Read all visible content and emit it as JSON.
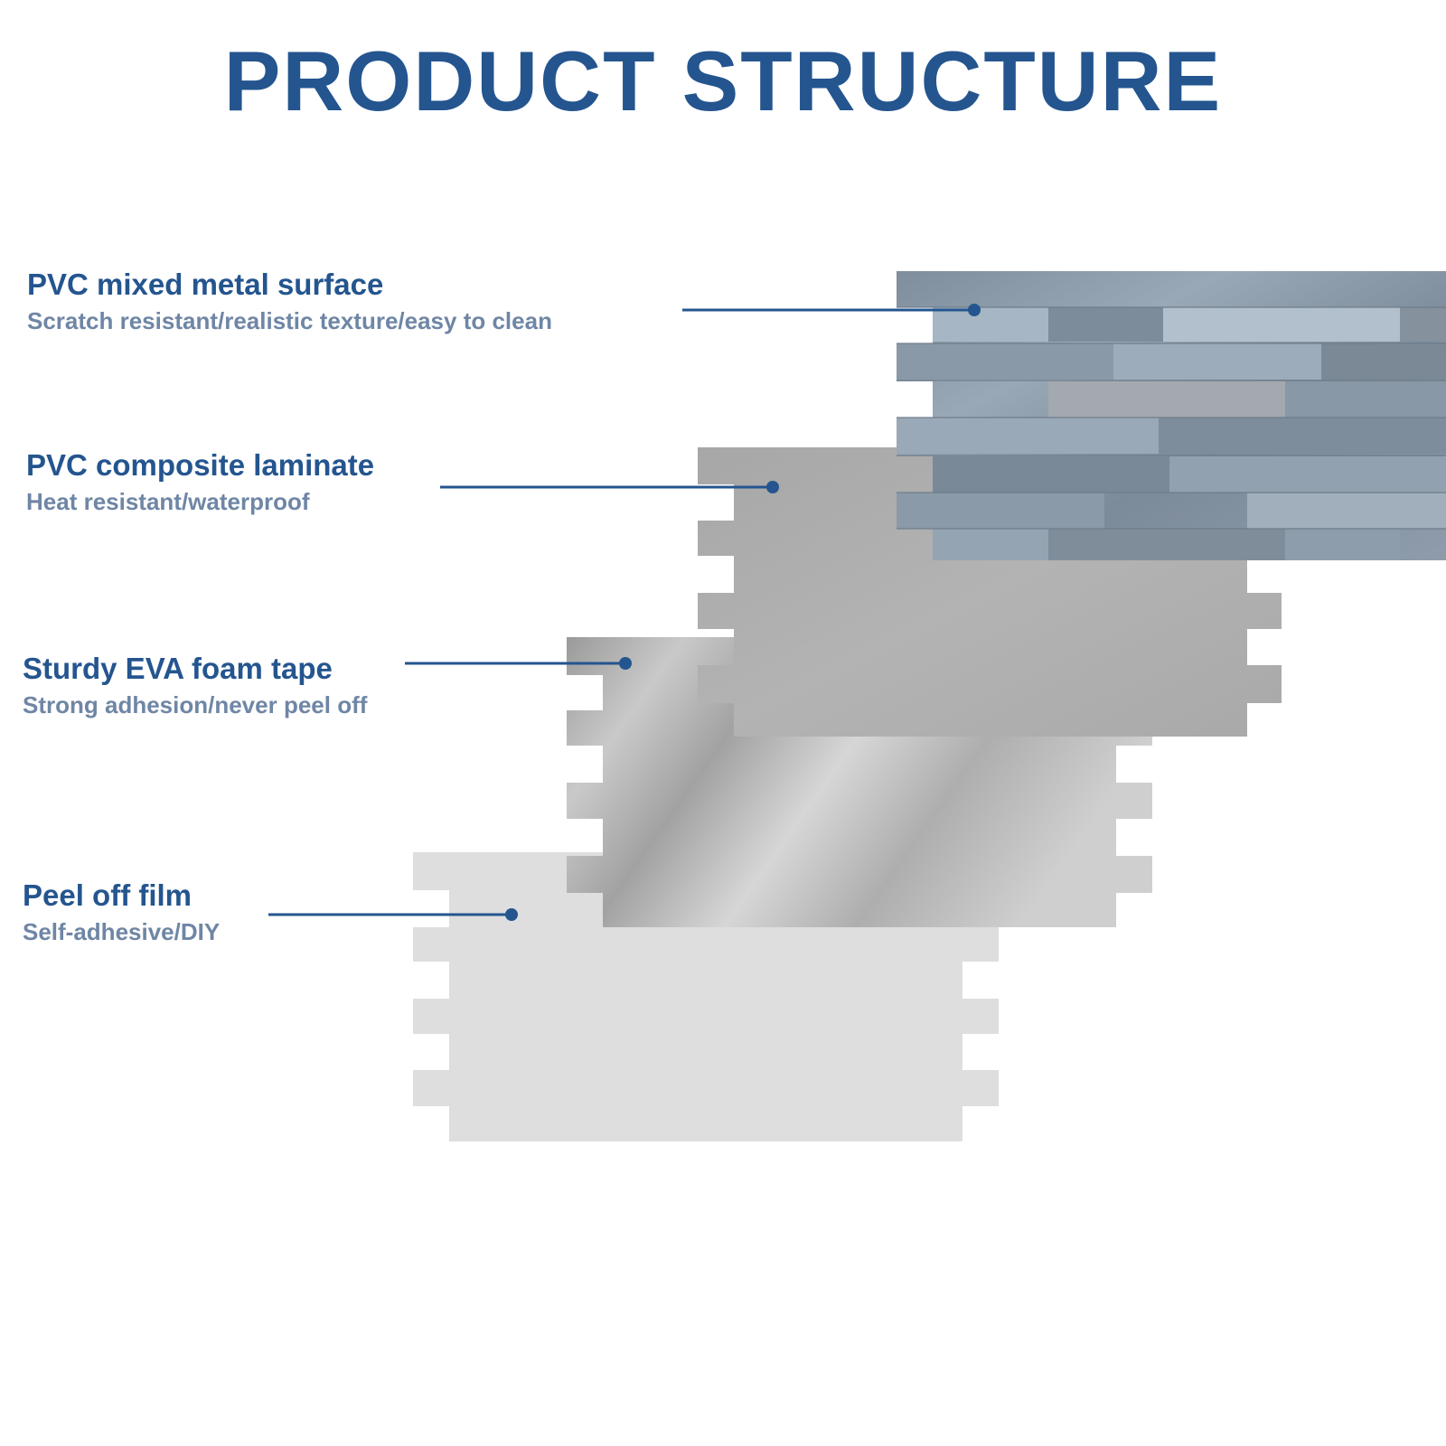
{
  "title": "PRODUCT STRUCTURE",
  "colors": {
    "title": "#24558f",
    "label_name": "#24558f",
    "label_desc": "#6f86a5",
    "leader_line": "#24558f",
    "surface_layer": "#8796a4",
    "laminate_layer": "#ababab",
    "foam_layer": "#b9b9b9",
    "film_layer": "#dedede"
  },
  "layers": [
    {
      "name": "PVC mixed metal surface",
      "description": "Scratch resistant/realistic texture/easy to clean"
    },
    {
      "name": "PVC composite laminate",
      "description": "Heat resistant/waterproof"
    },
    {
      "name": "Sturdy EVA foam tape",
      "description": "Strong adhesion/never peel off"
    },
    {
      "name": "Peel off film",
      "description": "Self-adhesive/DIY"
    }
  ]
}
